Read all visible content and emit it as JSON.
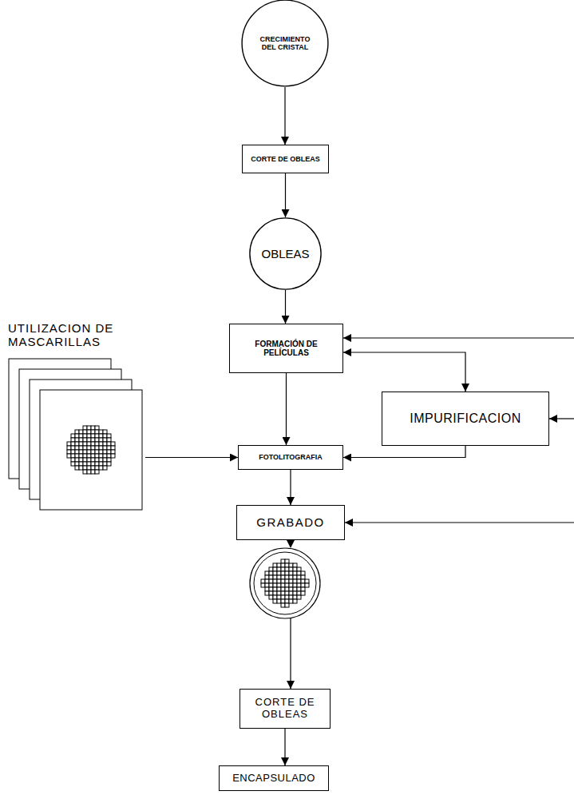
{
  "diagram": {
    "nodes": [
      {
        "text": [
          "CRECIMIENTO DEL CRISTAL"
        ]
      },
      {
        "text": [
          "CORTE DE OBLEAS"
        ]
      },
      {
        "text": [
          "OBLEAS"
        ]
      },
      {
        "text": [
          "UTILIZACION DE MASCARILLAS"
        ]
      },
      {
        "text": [
          "FORMACIÓN DE PELÍCULAS"
        ]
      },
      {
        "text": [
          "IMPURIFICACION"
        ]
      },
      {
        "text": [
          "FOTOLITOGRAFIA"
        ]
      },
      {
        "text": [
          "GRABADO"
        ]
      },
      {
        "text": [
          "CORTE DE OBLEAS"
        ]
      },
      {
        "text": [
          "ENCAPSULADO"
        ]
      }
    ],
    "edges": [
      {
        "from": 0,
        "to": 1,
        "arrow": "to"
      },
      {
        "from": 1,
        "to": 2,
        "arrow": "to"
      },
      {
        "from": 2,
        "to": 4,
        "arrow": "to"
      },
      {
        "from": 3,
        "to": 6,
        "arrow": "to"
      },
      {
        "from": 4,
        "to": 5,
        "arrow": "both"
      },
      {
        "from": 5,
        "to": 6,
        "arrow": "to"
      },
      {
        "from": 4,
        "to": 6,
        "arrow": "to"
      },
      {
        "from": 6,
        "to": 7,
        "arrow": "to"
      },
      {
        "from": 7,
        "to": 8,
        "arrow": "to"
      },
      {
        "from": 8,
        "to": 9,
        "arrow": "to"
      }
    ]
  }
}
